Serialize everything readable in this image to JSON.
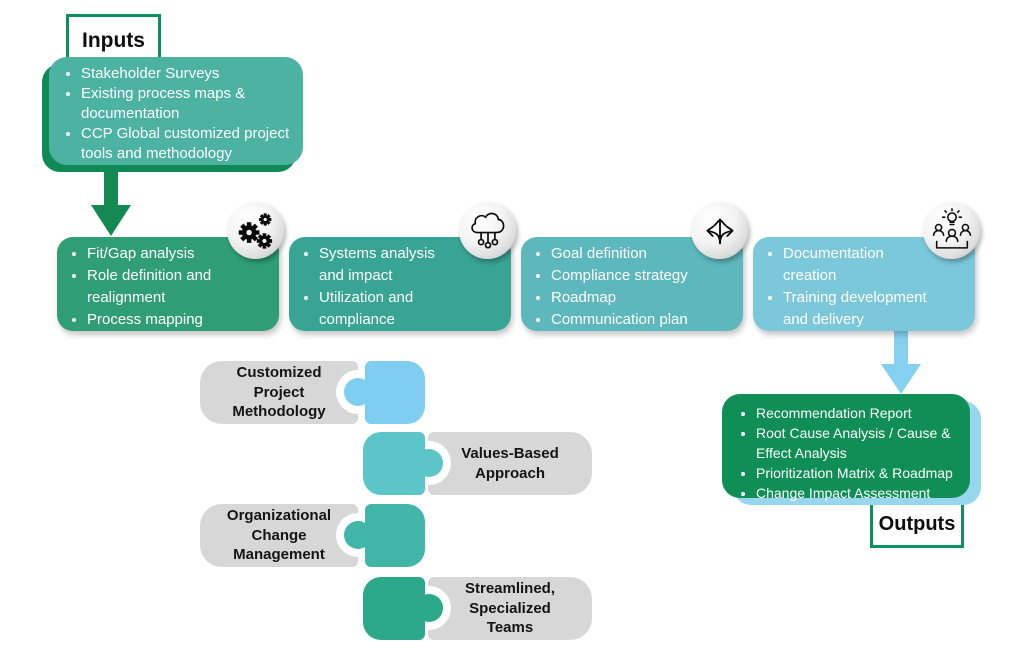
{
  "inputs": {
    "label": "Inputs",
    "items": [
      "Stakeholder Surveys",
      "Existing process maps & documentation",
      "CCP Global customized project tools and methodology"
    ]
  },
  "stages": [
    {
      "icon": "gears-icon",
      "color": "#2f9e74",
      "items": [
        "Fit/Gap analysis",
        "Role definition and realignment",
        "Process mapping"
      ]
    },
    {
      "icon": "cloud-network-icon",
      "color": "#38a494",
      "items": [
        "Systems analysis and impact",
        "Utilization and compliance"
      ]
    },
    {
      "icon": "branching-arrows-icon",
      "color": "#5db8bd",
      "items": [
        "Goal definition",
        "Compliance strategy",
        "Roadmap",
        "Communication plan"
      ]
    },
    {
      "icon": "team-idea-icon",
      "color": "#7bc8da",
      "items": [
        "Documentation creation",
        "Training development and delivery"
      ]
    }
  ],
  "outputs": {
    "label": "Outputs",
    "items": [
      "Recommendation Report",
      "Root Cause Analysis / Cause & Effect Analysis",
      "Prioritization Matrix & Roadmap",
      "Change Impact Assessment"
    ]
  },
  "puzzle_rows": [
    {
      "label": "Customized Project Methodology",
      "piece_color": "#7fcef1",
      "piece_side": "right"
    },
    {
      "label": "Values-Based Approach",
      "piece_color": "#5cc5c8",
      "piece_side": "left"
    },
    {
      "label": "Organizational Change Management",
      "piece_color": "#41b5a7",
      "piece_side": "right"
    },
    {
      "label": "Streamlined, Specialized Teams",
      "piece_color": "#2ca88b",
      "piece_side": "left"
    }
  ],
  "colors": {
    "inputs_panel": "#4cb3a3",
    "dark_green_accent": "#148a52",
    "label_border_green": "#0e8f60",
    "outputs_panel": "#0f8e55",
    "outputs_shadow_blue": "#96d7ef",
    "blue_arrow": "#84d1ef",
    "puzzle_plate_gray": "#d7d7d7"
  }
}
